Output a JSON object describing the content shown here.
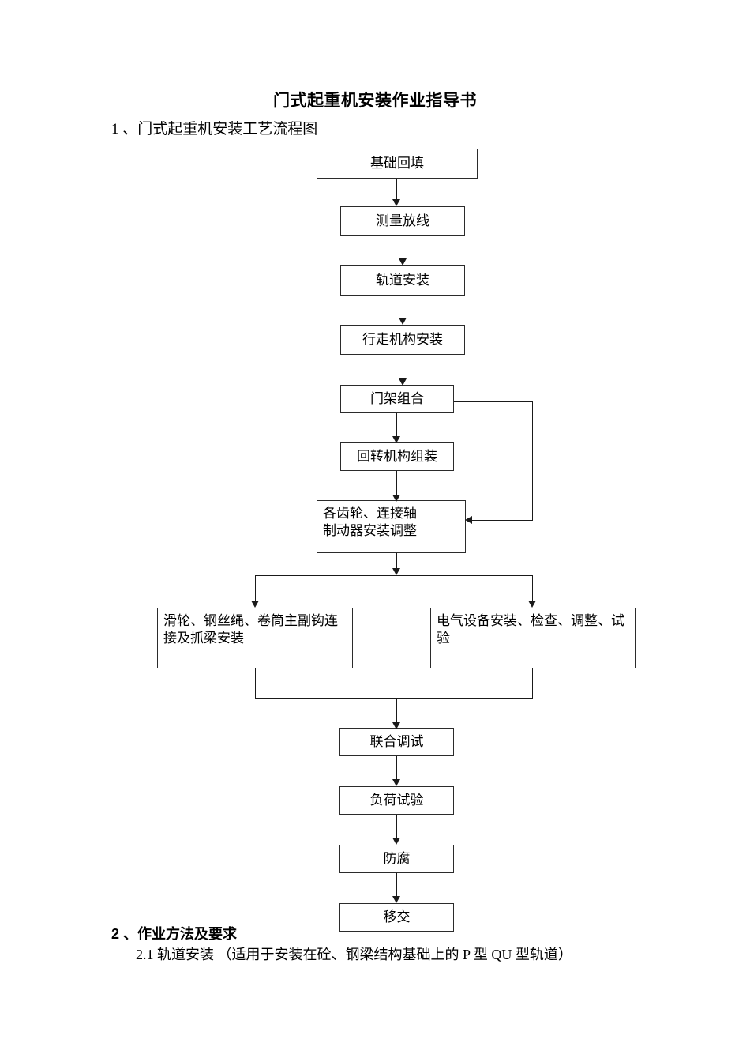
{
  "document": {
    "title": "门式起重机安装作业指导书",
    "section_1_heading": "1 、门式起重机安装工艺流程图",
    "section_2_heading": "2 、作业方法及要求",
    "section_2_1_text": "2.1 轨道安装 （适用于安装在砼、钢梁结构基础上的 P 型 QU 型轨道）"
  },
  "flowchart": {
    "nodes": [
      {
        "id": "foundation-backfill",
        "label": "基础回填"
      },
      {
        "id": "survey-setting-out",
        "label": "测量放线"
      },
      {
        "id": "rail-installation",
        "label": "轨道安装"
      },
      {
        "id": "travel-mechanism-install",
        "label": "行走机构安装"
      },
      {
        "id": "gantry-assembly",
        "label": "门架组合"
      },
      {
        "id": "slewing-mechanism-assembly",
        "label": "回转机构组装"
      },
      {
        "id": "gears-shafts-brakes",
        "label": "各齿轮、连接轴\n制动器安装调整"
      },
      {
        "id": "sheave-rope-drum-hook",
        "label": "滑轮、钢丝绳、卷筒主副钩连接及抓梁安装"
      },
      {
        "id": "electrical-equipment",
        "label": "电气设备安装、检查、调整、试验"
      },
      {
        "id": "joint-commissioning",
        "label": "联合调试"
      },
      {
        "id": "load-test",
        "label": "负荷试验"
      },
      {
        "id": "anticorrosion",
        "label": "防腐"
      },
      {
        "id": "handover",
        "label": "移交"
      }
    ],
    "node_labels": {
      "foundation_backfill": "基础回填",
      "survey_setting_out": "测量放线",
      "rail_installation": "轨道安装",
      "travel_mechanism_install": "行走机构安装",
      "gantry_assembly": "门架组合",
      "slewing_mechanism_assembly": "回转机构组装",
      "gears_shafts_brakes_line1": "各齿轮、连接轴",
      "gears_shafts_brakes_line2": "制动器安装调整",
      "sheave_rope_drum_hook": "滑轮、钢丝绳、卷筒主副钩连接及抓梁安装",
      "electrical_equipment": "电气设备安装、检查、调整、试验",
      "joint_commissioning": "联合调试",
      "load_test": "负荷试验",
      "anticorrosion": "防腐",
      "handover": "移交"
    }
  },
  "colors": {
    "page_background": "#ffffff",
    "text": "#000000",
    "box_border": "#2b2b2b",
    "connector": "#1a1a1a"
  }
}
